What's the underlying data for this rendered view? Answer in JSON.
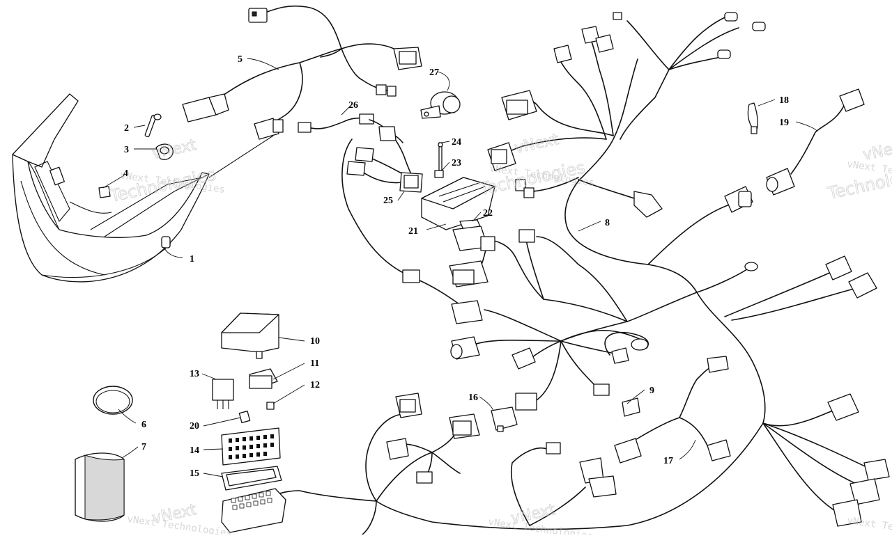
{
  "callouts": [
    "1",
    "2",
    "3",
    "4",
    "5",
    "6",
    "7",
    "8",
    "9",
    "10",
    "11",
    "12",
    "13",
    "14",
    "15",
    "16",
    "17",
    "18",
    "19",
    "20",
    "21",
    "22",
    "23",
    "24",
    "25",
    "26",
    "27"
  ],
  "watermark": {
    "brand": "vNext Technologies",
    "brand_lower": "vNext",
    "brand_word": "Technologies"
  }
}
